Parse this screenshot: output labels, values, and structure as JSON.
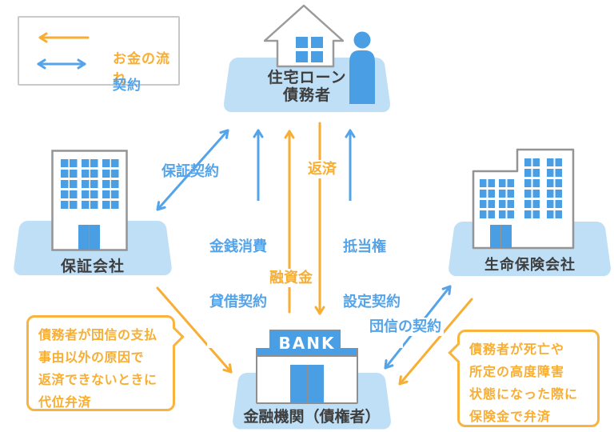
{
  "legend": {
    "money_flow": "お金の流れ",
    "contract": "契約"
  },
  "nodes": {
    "debtor": {
      "line1": "住宅ローン",
      "line2": "債務者"
    },
    "guarantor": {
      "label": "保証会社"
    },
    "insurer": {
      "label": "生命保険会社"
    },
    "bank": {
      "label": "金融機関（債権者）",
      "sign": "BANK"
    }
  },
  "arrows": {
    "guarantee_contract": "保証契約",
    "loan_contract_line1": "金銭消費",
    "loan_contract_line2": "貸借契約",
    "repayment": "返済",
    "mortgage_line1": "抵当権",
    "mortgage_line2": "設定契約",
    "loan_funds": "融資金",
    "group_insurance_contract": "団信の契約"
  },
  "bubbles": {
    "left": {
      "lines": [
        "債務者が団信の支払",
        "事由以外の原因で",
        "返済できないときに",
        "代位弁済"
      ]
    },
    "right": {
      "lines": [
        "債務者が死亡や",
        "所定の高度障害",
        "状態になった際に",
        "保険金で弁済"
      ]
    }
  },
  "colors": {
    "arrow_blue": "#55a4e9",
    "arrow_orange": "#f7ae33",
    "base_lightblue": "#bedff6",
    "icon_blue": "#4a9ee4",
    "text_dark": "#3e3e3e"
  }
}
